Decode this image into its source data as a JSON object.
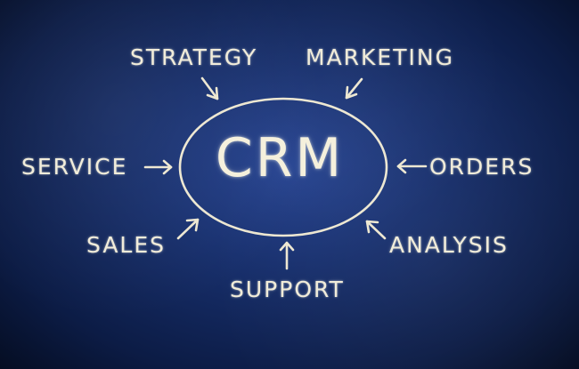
{
  "center_label": "CRM",
  "labels": {
    "strategy": "STRATEGY",
    "marketing": "MARKETING",
    "service": "SERVICE",
    "orders": "ORDERS",
    "sales": "SALES",
    "analysis": "ANALYSIS",
    "support": "SUPPORT"
  },
  "colors": {
    "chalkboard": "#1c3a86",
    "chalk": "#f1ecd9"
  },
  "icons": [
    "arrow-icon",
    "ellipse-outline"
  ]
}
